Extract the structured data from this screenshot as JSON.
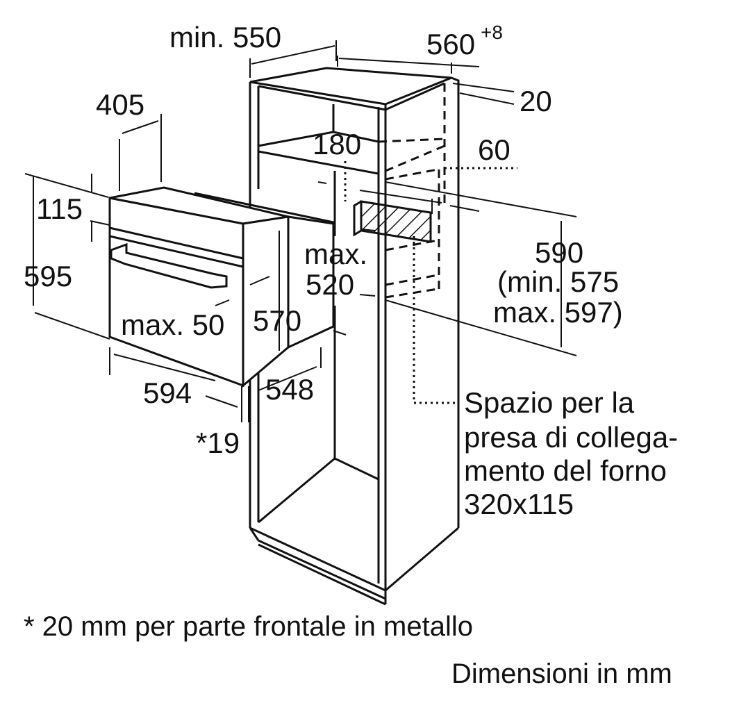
{
  "dimensions": {
    "min_550": "min. 550",
    "w560": "560",
    "w560_tol": "+8",
    "d20": "20",
    "d405": "405",
    "d180": "180",
    "d60": "60",
    "d115": "115",
    "d595": "595",
    "d590": "590",
    "d590_min": "(min. 575",
    "d590_max": "max. 597)",
    "max_520_a": "max.",
    "max_520_b": "520",
    "max_50": "max. 50",
    "d570": "570",
    "d594": "594",
    "d548": "548",
    "d19": "*19"
  },
  "socket_note": {
    "line1": "Spazio per la",
    "line2": "presa di collega-",
    "line3": "mento del forno",
    "line4": "320x115"
  },
  "footnote": "* 20 mm per parte frontale in metallo",
  "units": "Dimensioni in mm"
}
